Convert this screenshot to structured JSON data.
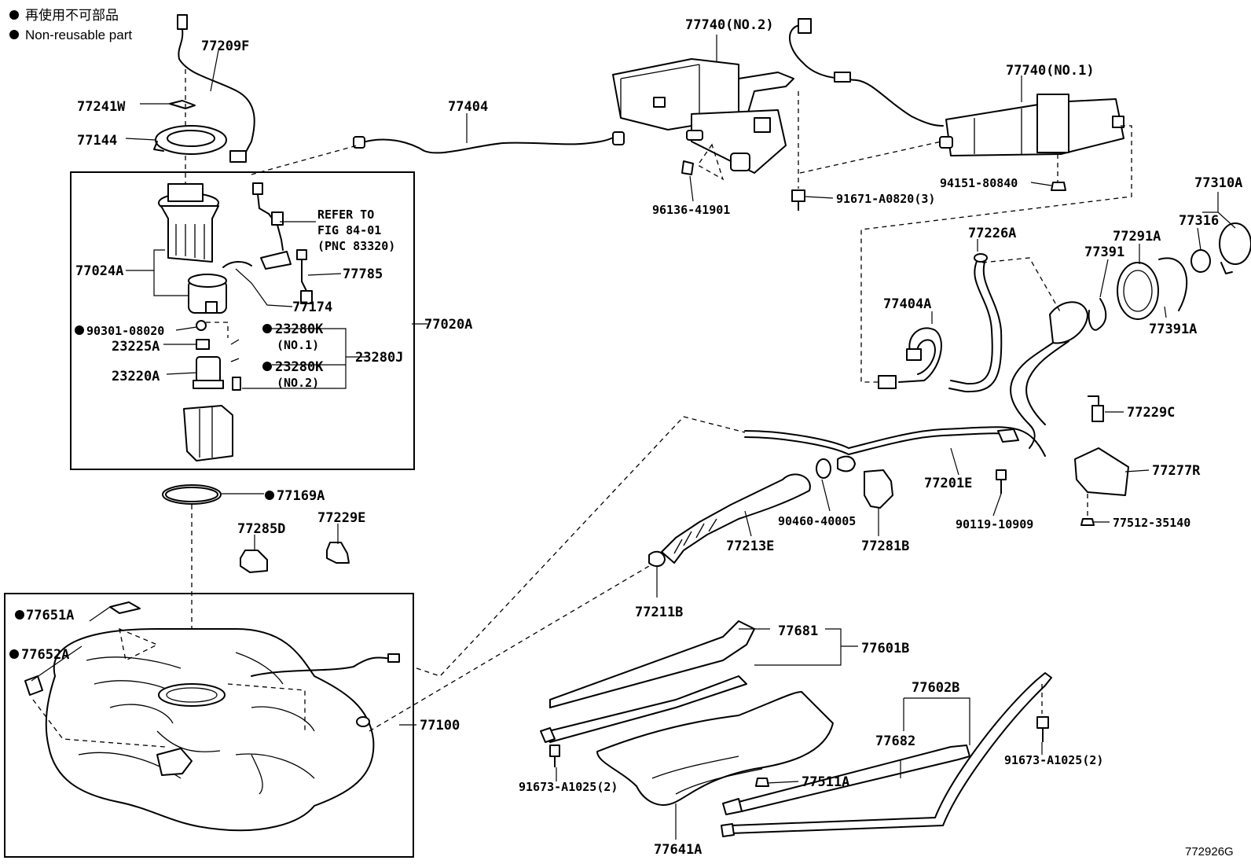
{
  "legend": {
    "line1": "再使用不可部品",
    "line2": "Non-reusable part"
  },
  "labels": {
    "p77209F": "77209F",
    "p77241W": "77241W",
    "p77144": "77144",
    "p77404": "77404",
    "p77740_no2": "77740(NO.2)",
    "p77740_no1": "77740(NO.1)",
    "p96136": "96136-41901",
    "p91671": "91671-A0820(3)",
    "p94151": "94151-80840",
    "refer1": "REFER TO",
    "refer2": "FIG 84-01",
    "refer3": "(PNC 83320)",
    "p77024A": "77024A",
    "p77785": "77785",
    "p77174": "77174",
    "p90301": "90301-08020",
    "p23225A": "23225A",
    "p23280K_1": "23280K",
    "no1": "(NO.1)",
    "p23280K_2": "23280K",
    "no2": "(NO.2)",
    "p23280J": "23280J",
    "p23220A": "23220A",
    "p77020A": "77020A",
    "p77169A": "77169A",
    "p77285D": "77285D",
    "p77229E": "77229E",
    "p77651A": "77651A",
    "p77652A": "77652A",
    "p77100": "77100",
    "p77310A": "77310A",
    "p77316": "77316",
    "p77291A": "77291A",
    "p77391": "77391",
    "p77391A": "77391A",
    "p77226A": "77226A",
    "p77404A": "77404A",
    "p77229C": "77229C",
    "p77201E": "77201E",
    "p77277R": "77277R",
    "p90460": "90460-40005",
    "p90119": "90119-10909",
    "p77512": "77512-35140",
    "p77213E": "77213E",
    "p77281B": "77281B",
    "p77211B": "77211B",
    "p77681": "77681",
    "p77601B": "77601B",
    "p77602B": "77602B",
    "p77682": "77682",
    "p91673_l": "91673-A1025(2)",
    "p91673_r": "91673-A1025(2)",
    "p77511A": "77511A",
    "p77641A": "77641A",
    "figcode": "772926G"
  }
}
